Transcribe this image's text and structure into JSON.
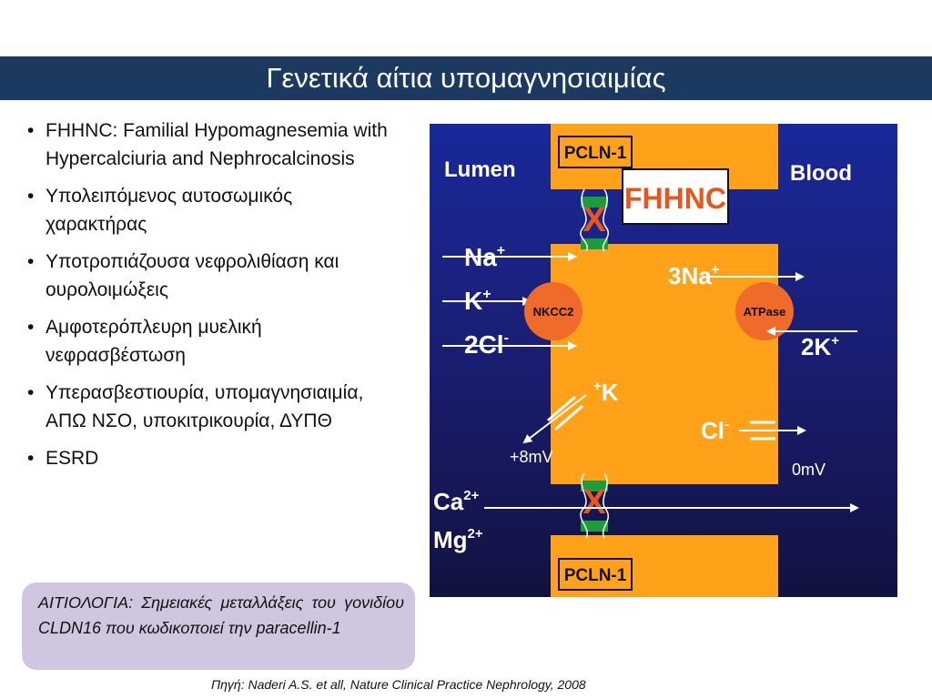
{
  "slide": {
    "title": "Γενετικά αίτια υπομαγνησιαιμίας",
    "bullets": [
      "FHHNC: Familial Hypomagnesemia with Hypercalciuria and Nephrocalcinosis",
      "Υπολειπόμενος αυτοσωμικός χαρακτήρας",
      "Υποτροπιάζουσα νεφρολιθίαση και ουρολοιμώξεις",
      "Αμφοτερόπλευρη μυελική νεφρασβέστωση",
      "Υπερασβεστιουρία, υπομαγνησιαιμία, ΑΠΩ ΝΣΟ, υποκιτρικουρία, ΔΥΠΘ",
      "ESRD"
    ],
    "aetiology": "ΑΙΤΙΟΛΟΓΙΑ: Σημειακές μεταλλάξεις του γονιδίου CLDN16 που κωδικοποιεί την paracellin-1",
    "source": "Πηγή: Naderi A.S. et all, Nature Clinical Practice Nephrology, 2008"
  },
  "figure": {
    "lumen": "Lumen",
    "blood": "Blood",
    "pcln_top": "PCLN-1",
    "pcln_bottom": "PCLN-1",
    "fhhnc": "FHHNC",
    "na": "Na",
    "na_sup": "+",
    "k": "K",
    "k_sup": "+",
    "cl_left": "2Cl",
    "cl_left_sup": "-",
    "nkcc2": "NKCC2",
    "na3": "3Na",
    "na3_sup": "+",
    "atpase": "ATPase",
    "k2": "2K",
    "k2_sup": "+",
    "k_channel": "K",
    "k_channel_sup": "+",
    "cl_right": "Cl",
    "cl_right_sup": "-",
    "mv_left": "+8mV",
    "mv_right": "0mV",
    "ca": "Ca",
    "ca_sup": "2+",
    "mg": "Mg",
    "mg_sup": "2+",
    "colors": {
      "cell": "#ffa21a",
      "background": "#1a2590",
      "transporter": "#f06a2a",
      "cross": "#e8561c",
      "junction_green": "#1f9c3a"
    }
  }
}
